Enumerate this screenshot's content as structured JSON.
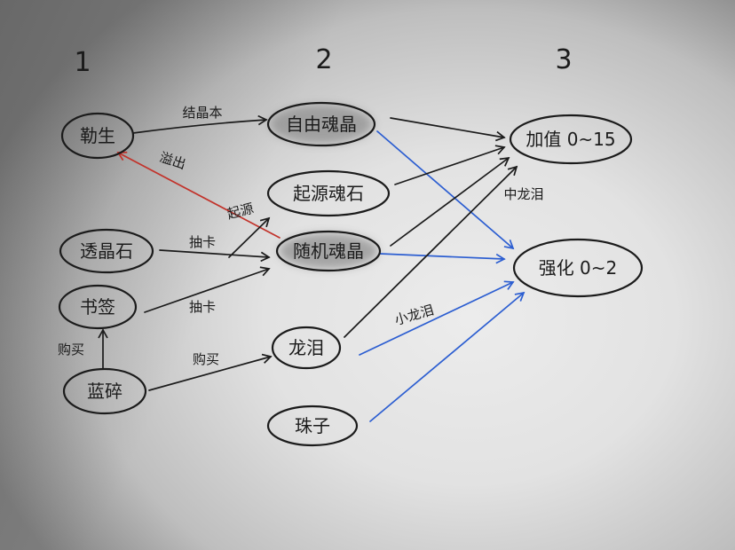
{
  "columns": {
    "c1": "1",
    "c2": "2",
    "c3": "3"
  },
  "colors": {
    "black": "#1b1b1b",
    "red": "#c2332b",
    "blue": "#2c5ed1"
  },
  "nodes": {
    "c1_a": {
      "label": "勒生"
    },
    "c1_b": {
      "label": "透晶石"
    },
    "c1_c": {
      "label": "书签"
    },
    "c1_d": {
      "label": "蓝碎"
    },
    "c2_a": {
      "label": "自由魂晶",
      "shaded": true
    },
    "c2_b": {
      "label": "起源魂石"
    },
    "c2_c": {
      "label": "随机魂晶",
      "shaded": true
    },
    "c2_d": {
      "label": "龙泪"
    },
    "c2_e": {
      "label": "珠子"
    },
    "c3_a": {
      "label": "加值 0~15"
    },
    "c3_b": {
      "label": "强化 0~2"
    }
  },
  "edges": [
    {
      "from": "c1_a",
      "to": "c2_a",
      "color": "black",
      "label": "结晶本"
    },
    {
      "from": "c2_c",
      "to": "c1_a",
      "color": "red",
      "label": "溢出"
    },
    {
      "from": "c1_b",
      "to": "c2_c",
      "color": "black",
      "label": "抽卡"
    },
    {
      "from": "c1_b",
      "to": "c2_b",
      "color": "black",
      "label": "起源"
    },
    {
      "from": "c1_c",
      "to": "c2_c",
      "color": "black",
      "label": "抽卡"
    },
    {
      "from": "c1_d",
      "to": "c1_c",
      "color": "black",
      "label": "购买"
    },
    {
      "from": "c1_d",
      "to": "c2_d",
      "color": "black",
      "label": "购买"
    },
    {
      "from": "c2_a",
      "to": "c3_a",
      "color": "black"
    },
    {
      "from": "c2_a",
      "to": "c3_b",
      "color": "blue"
    },
    {
      "from": "c2_b",
      "to": "c3_a",
      "color": "black"
    },
    {
      "from": "c2_c",
      "to": "c3_a",
      "color": "black"
    },
    {
      "from": "c2_c",
      "to": "c3_b",
      "color": "blue"
    },
    {
      "from": "c2_d",
      "to": "c3_a",
      "color": "black",
      "label": "中龙泪"
    },
    {
      "from": "c2_d",
      "to": "c3_b",
      "color": "blue",
      "label": "小龙泪"
    },
    {
      "from": "c2_e",
      "to": "c3_b",
      "color": "blue"
    }
  ]
}
